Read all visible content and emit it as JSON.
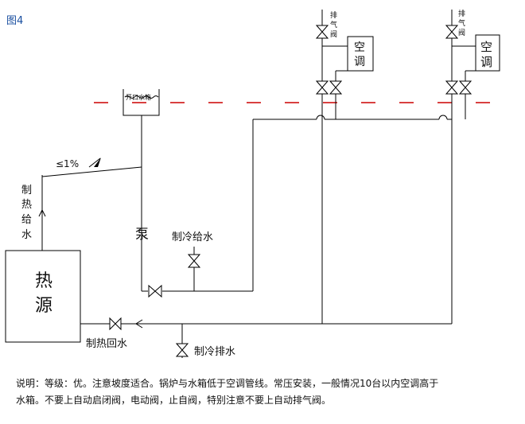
{
  "figure_label": "图4",
  "tank_label": "开口水箱",
  "slope_label": "≤1%",
  "heat_supply_label": [
    "制",
    "热",
    "给",
    "水"
  ],
  "heat_source_label": [
    "热",
    "源"
  ],
  "pump_label": "泵",
  "cooling_supply_label": "制冷给水",
  "heat_return_label": "制热回水",
  "cooling_drain_label": "制冷排水",
  "ac_units": [
    {
      "label": [
        "空",
        "调"
      ],
      "vent_label": [
        "排",
        "气",
        "阀"
      ]
    },
    {
      "label": [
        "空",
        "调"
      ],
      "vent_label": [
        "排",
        "气",
        "阀"
      ]
    }
  ],
  "note_line1": "说明：等级：优。注意坡度适合。锅炉与水箱低于空调管线。常压安装，一般情况10台以内空调高于",
  "note_line2": "水箱。不要上自动启闭阀，电动阀，止自阀，特别注意不要上自动排气阀。",
  "colors": {
    "line": "#000000",
    "dash": "#cc0000",
    "figure": "#1a4fa0"
  }
}
